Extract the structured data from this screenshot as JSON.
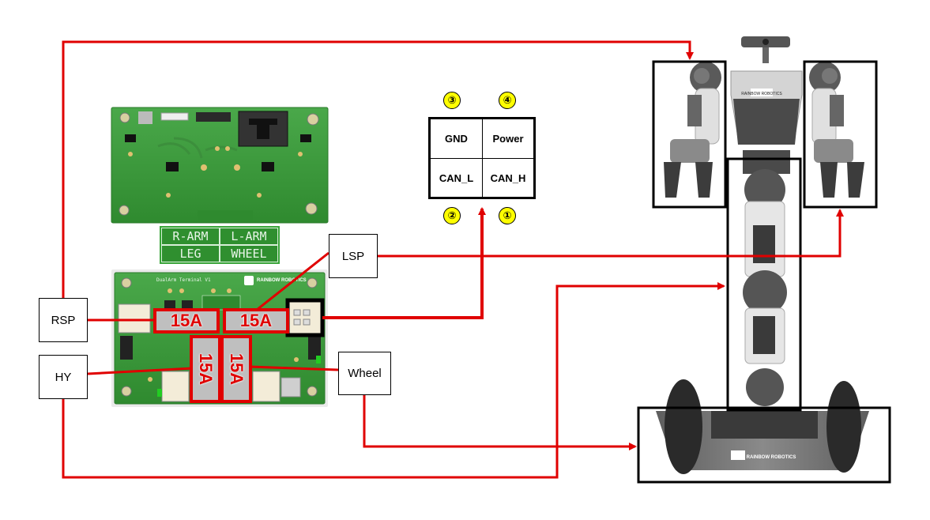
{
  "connector": {
    "cells": {
      "top_left": "GND",
      "top_right": "Power",
      "bottom_left": "CAN_L",
      "bottom_right": "CAN_H"
    },
    "pins": {
      "pin3": "③",
      "pin4": "④",
      "pin2": "②",
      "pin1": "①"
    }
  },
  "labels": {
    "lsp": "LSP",
    "rsp": "RSP",
    "hy": "HY",
    "wheel": "Wheel"
  },
  "fuses": {
    "f1": "15A",
    "f2": "15A",
    "f3": "15A",
    "f4": "15A"
  },
  "pcb_silkscreen": {
    "r_arm": "R-ARM",
    "l_arm": "L-ARM",
    "leg": "LEG",
    "wheel": "WHEEL",
    "brand_small": "RAINBOW ROBOTICS",
    "board_title": "DualArm Terminal V1"
  },
  "robot": {
    "badge": "RAINBOW ROBOTICS"
  },
  "colors": {
    "wire": "#e00000",
    "pcb": "#3d9a3d",
    "pin_fill": "#ffff00"
  }
}
